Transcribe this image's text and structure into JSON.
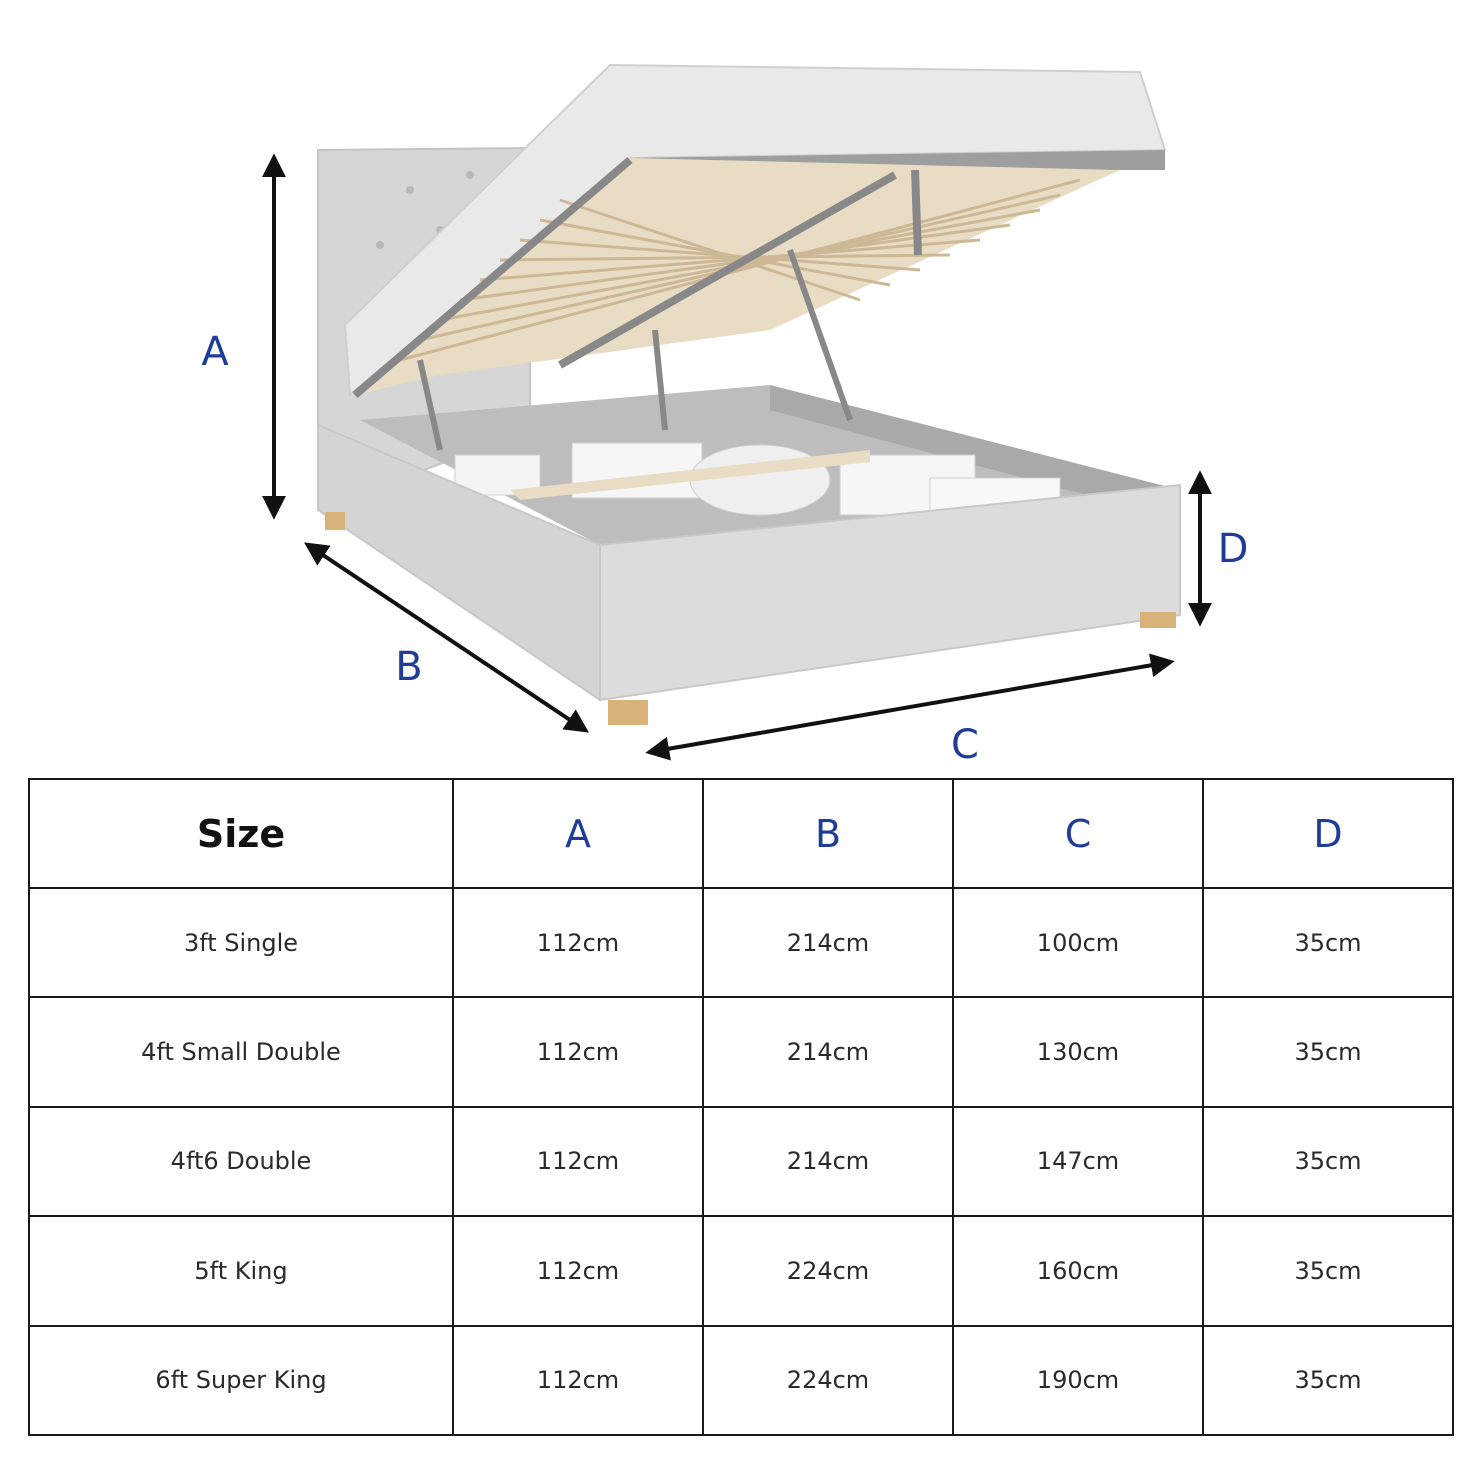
{
  "diagram": {
    "labels": {
      "a": "A",
      "b": "B",
      "c": "C",
      "d": "D"
    },
    "colors": {
      "label": "#1f3d96",
      "arrow": "#111111",
      "fabric": "#d9d9d9",
      "slat": "#e8dcc4",
      "leg": "#d9b27a"
    }
  },
  "table": {
    "headers": {
      "size": "Size",
      "a": "A",
      "b": "B",
      "c": "C",
      "d": "D"
    },
    "rows": [
      {
        "size": "3ft Single",
        "a": "112cm",
        "b": "214cm",
        "c": "100cm",
        "d": "35cm"
      },
      {
        "size": "4ft Small Double",
        "a": "112cm",
        "b": "214cm",
        "c": "130cm",
        "d": "35cm"
      },
      {
        "size": "4ft6 Double",
        "a": "112cm",
        "b": "214cm",
        "c": "147cm",
        "d": "35cm"
      },
      {
        "size": "5ft King",
        "a": "112cm",
        "b": "224cm",
        "c": "160cm",
        "d": "35cm"
      },
      {
        "size": "6ft Super King",
        "a": "112cm",
        "b": "224cm",
        "c": "190cm",
        "d": "35cm"
      }
    ]
  }
}
